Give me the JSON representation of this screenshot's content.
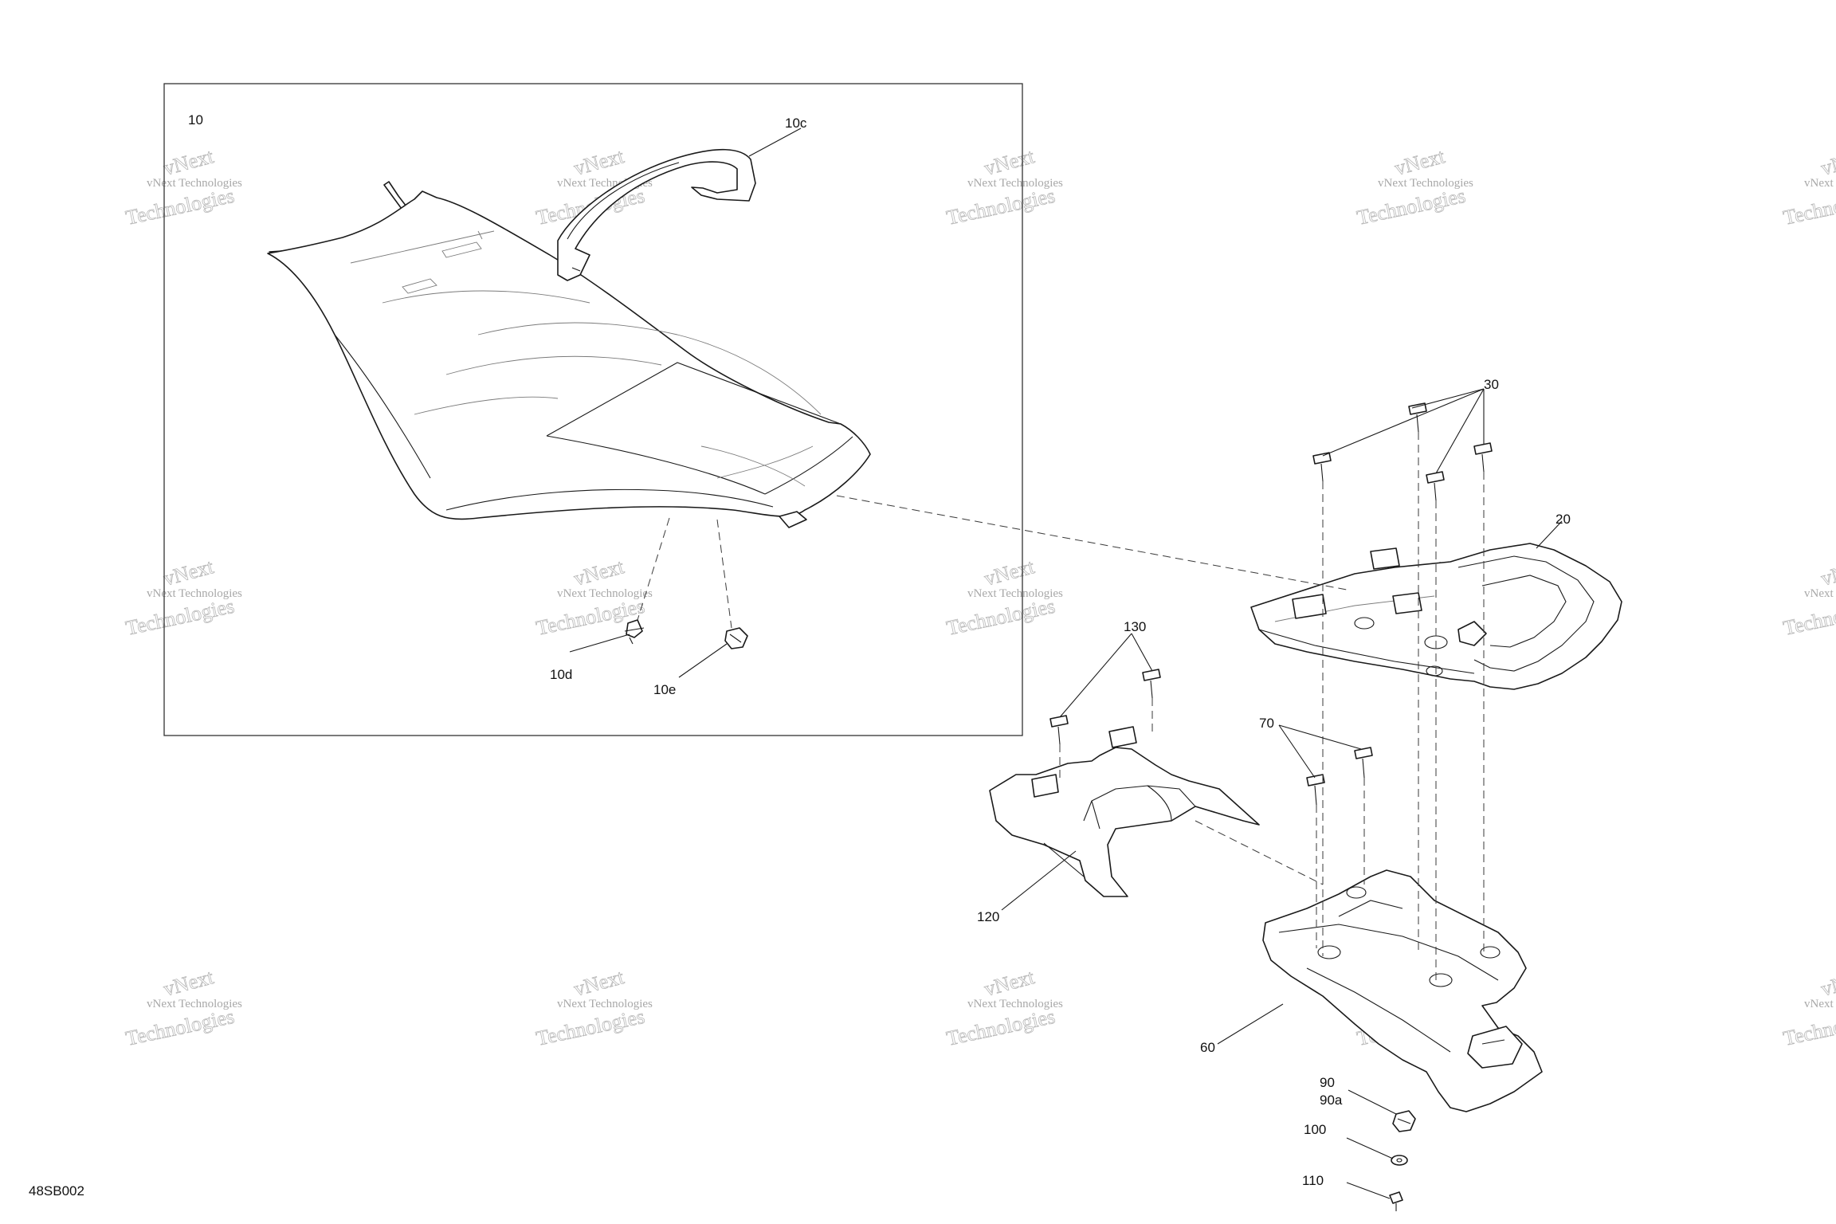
{
  "diagram_id": "48SB002",
  "watermark": {
    "line1": "vNext Technologies",
    "line2": "vNext",
    "line3": "Technologies"
  },
  "callouts": {
    "c10": "10",
    "c10c": "10c",
    "c10d": "10d",
    "c10e": "10e",
    "c20": "20",
    "c30": "30",
    "c60": "60",
    "c70": "70",
    "c90": "90",
    "c90a": "90a",
    "c100": "100",
    "c110": "110",
    "c120": "120",
    "c130": "130"
  }
}
